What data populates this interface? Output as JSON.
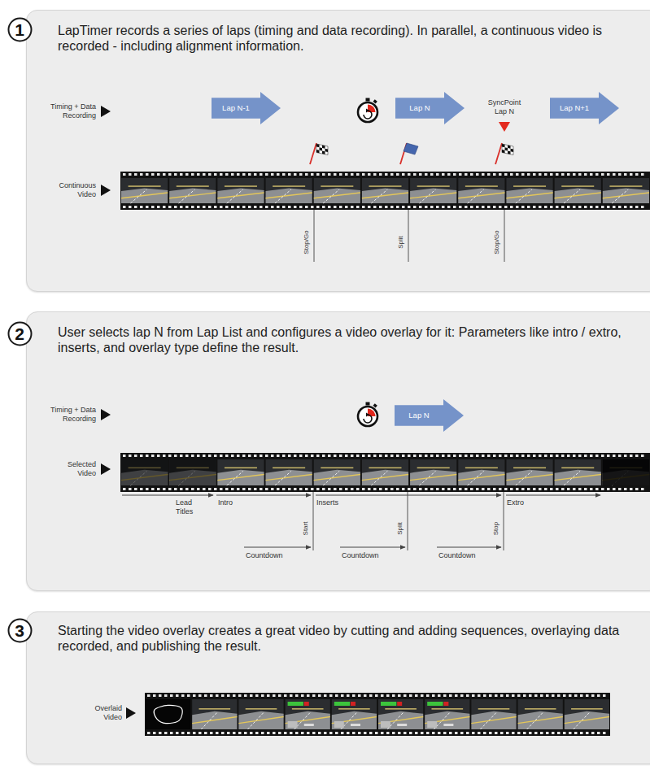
{
  "diagram": {
    "nodes": [
      {
        "text": [
          "LapTimer records a series of laps (timing and data recording). In parallel, a continuous video is recorded - including alignment information."
        ]
      },
      {
        "text": [
          "1"
        ],
        "in": 0
      },
      {
        "text": [
          "Lap N-1"
        ],
        "in": 0
      },
      {
        "text": [
          "Lap N"
        ],
        "in": 0
      },
      {
        "text": [
          "Lap N+1"
        ],
        "in": 0
      },
      {
        "text": [
          "User selects lap N from Lap List and configures a video overlay for it: Parameters like intro / extro, inserts, and overlay type define the result."
        ]
      },
      {
        "text": [
          "2"
        ],
        "in": 5
      },
      {
        "text": [
          "Lap N"
        ],
        "in": 5
      },
      {
        "text": [
          "Starting the video overlay creates a great video by cutting and adding sequences, overlaying data recorded, and publishing the result."
        ]
      },
      {
        "text": [
          "3"
        ],
        "in": 8
      }
    ],
    "labels": [
      "Timing + Data Recording",
      "Continuous Video",
      "SyncPoint Lap N",
      "Stop/Go",
      "Split",
      "Stop/Go",
      "Timing + Data Recording",
      "Selected Video",
      "Lead Titles",
      "Intro",
      "Inserts",
      "Extro",
      "Start",
      "Split",
      "Stop",
      "Countdown",
      "Countdown",
      "Countdown",
      "Overlaid Video"
    ]
  }
}
